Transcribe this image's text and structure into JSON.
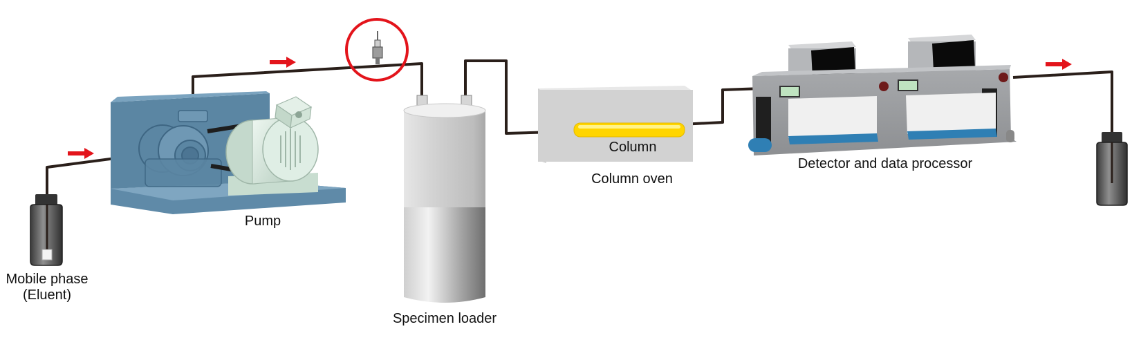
{
  "labels": {
    "mobile_phase_line1": "Mobile phase",
    "mobile_phase_line2": "(Eluent)",
    "pump": "Pump",
    "specimen_loader": "Specimen loader",
    "column": "Column",
    "column_oven": "Column oven",
    "detector": "Detector and data processor"
  },
  "colors": {
    "tubing": "#2a1f1a",
    "flow_arrow": "#e3141b",
    "highlight_circle": "#e3141b",
    "pump_base": "#5b86a3",
    "motor": "#d9ece0",
    "column_tube": "#ffd500",
    "detector_screen": "#0a0a0a",
    "detector_tray": "#2f7fb4"
  },
  "icons": [
    "reservoir-bottle-icon",
    "pump-icon",
    "injector-valve-icon",
    "specimen-loader-icon",
    "column-oven-icon",
    "detector-icon",
    "waste-bottle-icon",
    "flow-arrow-icon"
  ]
}
